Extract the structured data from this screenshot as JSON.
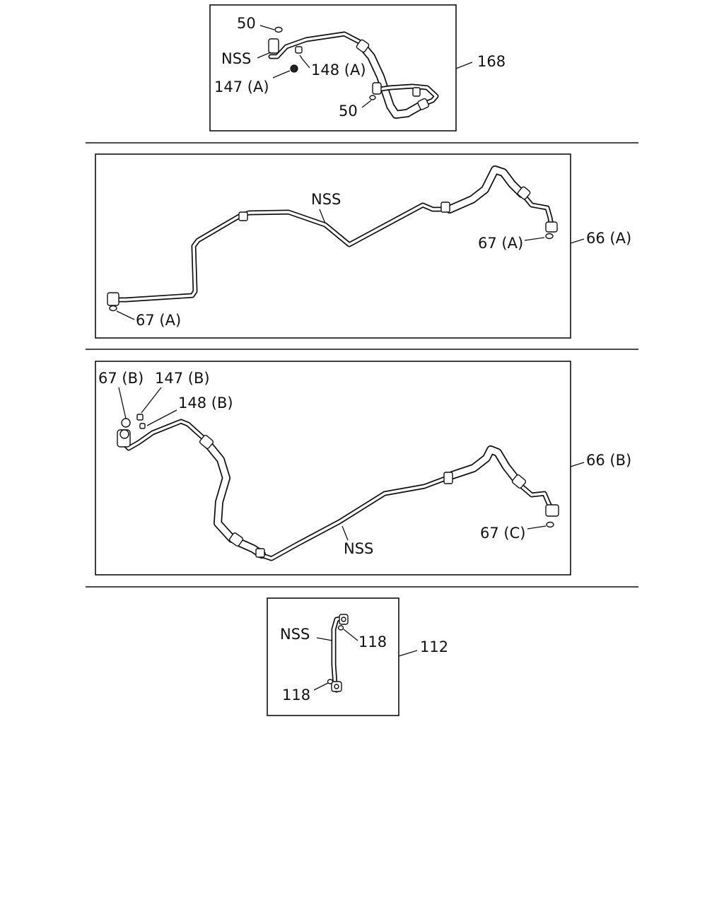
{
  "panels": {
    "p168": {
      "ref": "168",
      "labels": {
        "o_ring_top": "50",
        "nss": "NSS",
        "washer": "148 (A)",
        "nut": "147 (A)",
        "o_ring_bottom": "50"
      }
    },
    "p66a": {
      "ref": "66 (A)",
      "labels": {
        "nss": "NSS",
        "o_ring_right": "67 (A)",
        "o_ring_left": "67 (A)"
      }
    },
    "p66b": {
      "ref": "66 (B)",
      "labels": {
        "o_ring_b": "67 (B)",
        "nut": "147 (B)",
        "washer": "148 (B)",
        "nss": "NSS",
        "o_ring_c": "67 (C)"
      }
    },
    "p112": {
      "ref": "112",
      "labels": {
        "nss": "NSS",
        "o_ring_top": "118",
        "o_ring_bottom": "118"
      }
    }
  }
}
